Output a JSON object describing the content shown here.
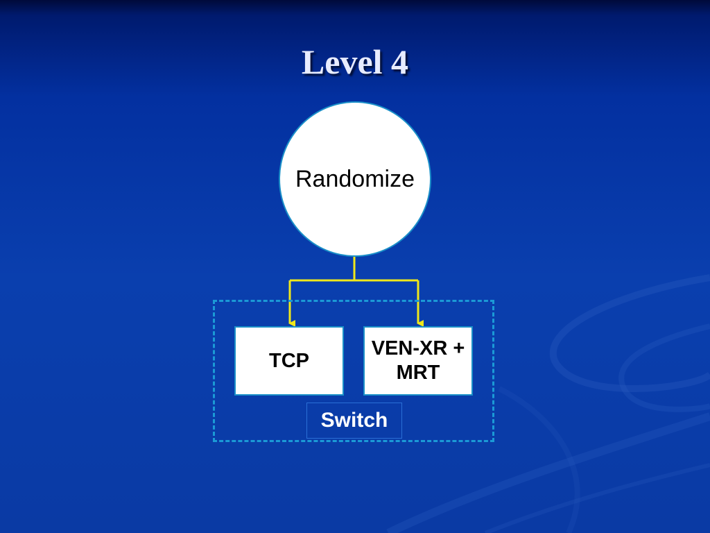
{
  "slide": {
    "title": "Level 4"
  },
  "diagram": {
    "root": {
      "label": "Randomize"
    },
    "children": [
      {
        "label": "TCP"
      },
      {
        "label": "VEN-XR +\nMRT"
      }
    ],
    "group": {
      "label": "Switch"
    },
    "colors": {
      "connector": "#f0e81a",
      "node_border": "#1a8fc8",
      "group_border": "#1b9ad6",
      "background": "#0a3aa4"
    }
  }
}
